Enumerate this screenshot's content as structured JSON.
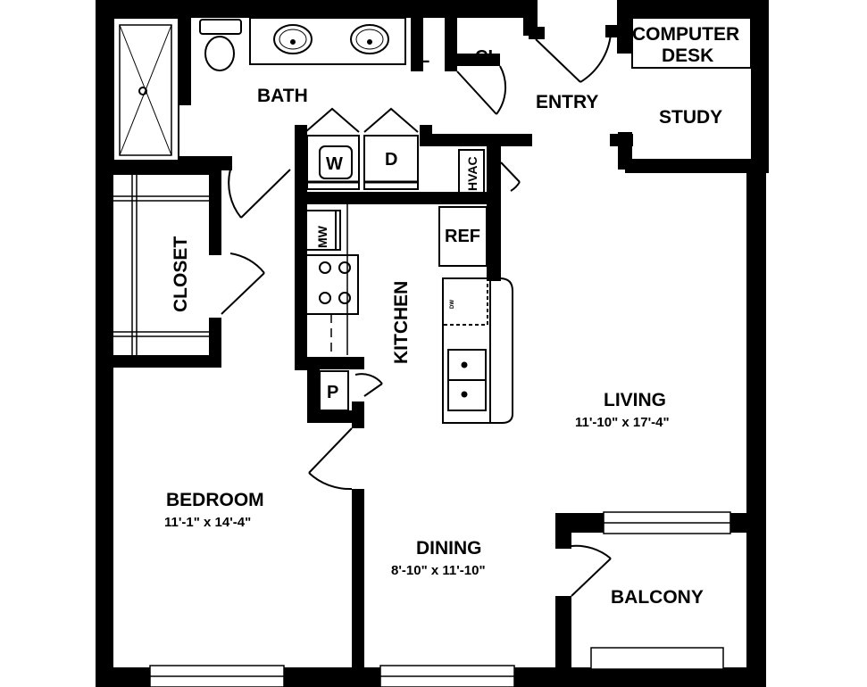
{
  "rooms": {
    "bath": "BATH",
    "entry": "ENTRY",
    "study": "STUDY",
    "computer_desk_line1": "COMPUTER",
    "computer_desk_line2": "DESK",
    "closet": "CLOSET",
    "kitchen": "KITCHEN",
    "living": "LIVING",
    "living_dim": "11'-10\" x 17'-4\"",
    "bedroom": "BEDROOM",
    "bedroom_dim": "11'-1\" x 14'-4\"",
    "dining": "DINING",
    "dining_dim": "8'-10\" x 11'-10\"",
    "balcony": "BALCONY"
  },
  "fixtures": {
    "linen": "L",
    "coat_closet": "CL",
    "washer": "W",
    "dryer": "D",
    "hvac": "HVAC",
    "microwave": "MW",
    "refrigerator": "REF",
    "dishwasher": "DW",
    "pantry": "P"
  }
}
